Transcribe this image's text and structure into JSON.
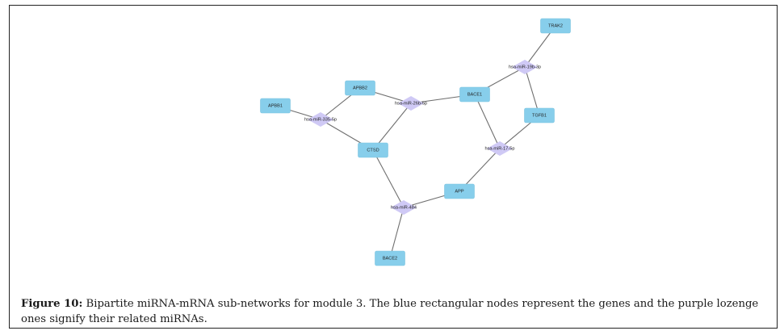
{
  "figure": {
    "caption_label": "Figure 10:",
    "caption_text": " Bipartite miRNA-mRNA sub-networks for module 3. The blue rectangular nodes represent the genes and the purple lozenge ones signify their related miRNAs."
  },
  "colors": {
    "gene_node": "#87ceeb",
    "mirna_node": "#cfc9f5",
    "edge": "#6f6f6f"
  },
  "network": {
    "genes": [
      {
        "id": "APBB1",
        "label": "APBB1"
      },
      {
        "id": "APBB2",
        "label": "APBB2"
      },
      {
        "id": "CTSD",
        "label": "CTSD"
      },
      {
        "id": "BACE1",
        "label": "BACE1"
      },
      {
        "id": "TRAK2",
        "label": "TRAK2"
      },
      {
        "id": "TGFB1",
        "label": "TGFB1"
      },
      {
        "id": "APP",
        "label": "APP"
      },
      {
        "id": "BACE2",
        "label": "BACE2"
      }
    ],
    "mirnas": [
      {
        "id": "hsa-miR-335-5p",
        "label": "hsa-miR-335-5p"
      },
      {
        "id": "hsa-miR-26b-5p",
        "label": "hsa-miR-26b-5p"
      },
      {
        "id": "hsa-miR-19b-3p",
        "label": "hsa-miR-19b-3p"
      },
      {
        "id": "hsa-miR-17-5p",
        "label": "hsa-miR-17-5p"
      },
      {
        "id": "hsa-miR-484",
        "label": "hsa-miR-484"
      }
    ],
    "edges": [
      [
        "APBB1",
        "hsa-miR-335-5p"
      ],
      [
        "APBB2",
        "hsa-miR-335-5p"
      ],
      [
        "CTSD",
        "hsa-miR-335-5p"
      ],
      [
        "APBB2",
        "hsa-miR-26b-5p"
      ],
      [
        "CTSD",
        "hsa-miR-26b-5p"
      ],
      [
        "BACE1",
        "hsa-miR-26b-5p"
      ],
      [
        "BACE1",
        "hsa-miR-19b-3p"
      ],
      [
        "TRAK2",
        "hsa-miR-19b-3p"
      ],
      [
        "TGFB1",
        "hsa-miR-19b-3p"
      ],
      [
        "BACE1",
        "hsa-miR-17-5p"
      ],
      [
        "TGFB1",
        "hsa-miR-17-5p"
      ],
      [
        "APP",
        "hsa-miR-17-5p"
      ],
      [
        "CTSD",
        "hsa-miR-484"
      ],
      [
        "APP",
        "hsa-miR-484"
      ],
      [
        "BACE2",
        "hsa-miR-484"
      ]
    ]
  }
}
